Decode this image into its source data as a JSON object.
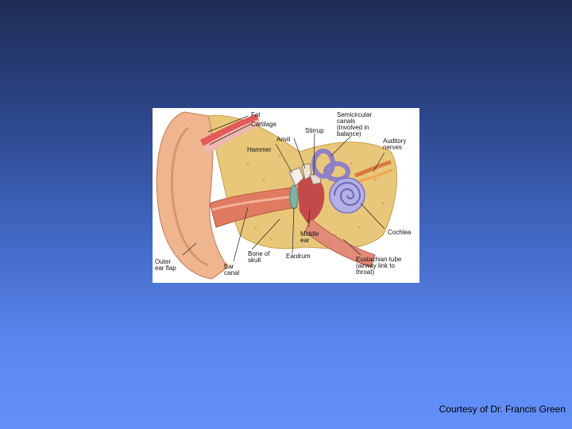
{
  "slide": {
    "credit": "Courtesy of Dr. Francis Green"
  },
  "diagram": {
    "labels": {
      "fat": "Fat",
      "cartilage": "Cartilage",
      "anvil": "Anvil",
      "hammer": "Hammer",
      "stirrup": "Stirrup",
      "semicircular_canals": "Semicircular\ncanals\n(involved in\nbalance)",
      "auditory_nerves": "Auditory\nnerves",
      "cochlea": "Cochlea",
      "middle_ear": "Middle\near",
      "eardrum": "Eardrum",
      "bone_of_skull": "Bone of\nskull",
      "ear_canal": "Ear\ncanal",
      "outer_ear_flap": "Outer\near flap",
      "eustachian_tube": "Eustachian tube\n(airway link to\nthroat)"
    }
  }
}
